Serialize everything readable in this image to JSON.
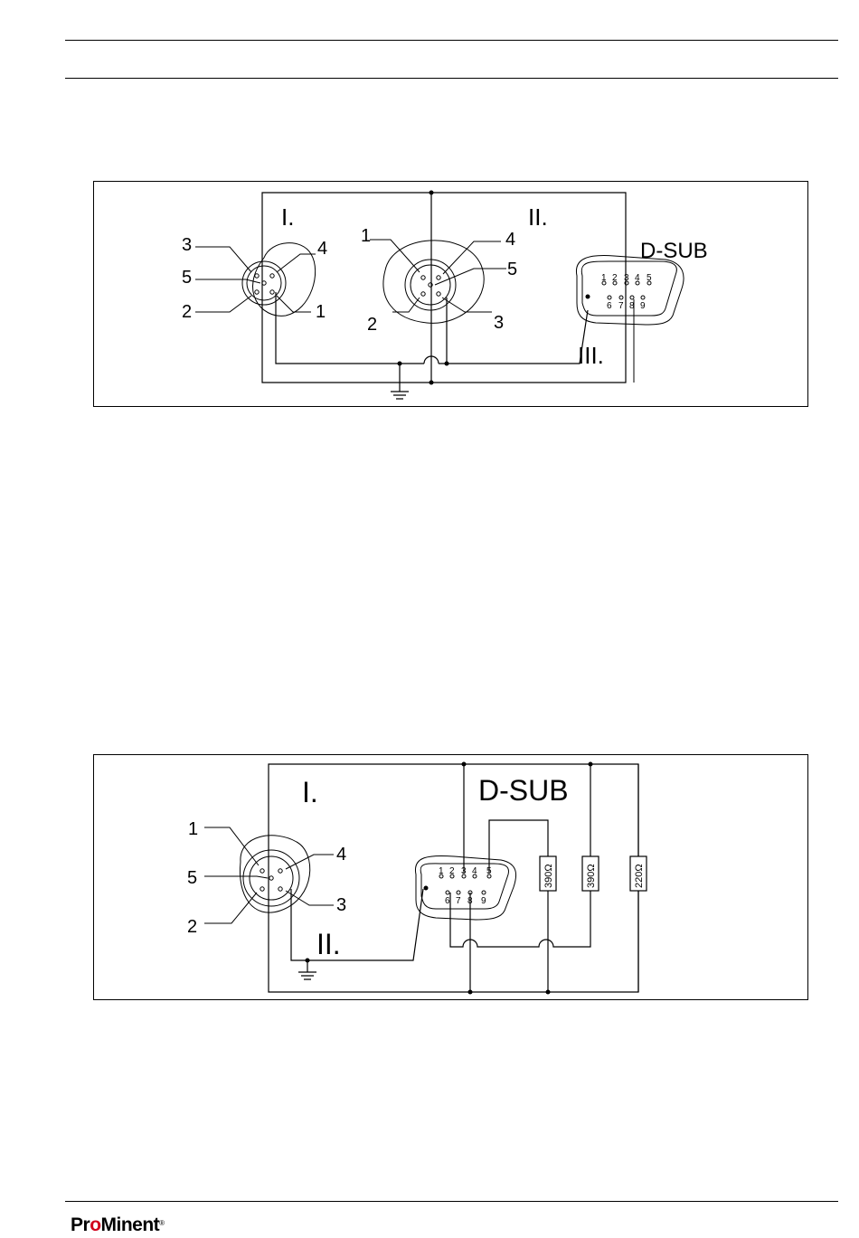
{
  "diagram1": {
    "labels": {
      "section_1": "I.",
      "section_2": "II.",
      "section_3": "III.",
      "dsub": "D-SUB"
    },
    "connector_a_pins": [
      "3",
      "4",
      "5",
      "2",
      "1"
    ],
    "connector_b_pins": [
      "1",
      "4",
      "5",
      "2",
      "3"
    ],
    "dsub_pins_top": [
      "1",
      "2",
      "3",
      "4",
      "5"
    ],
    "dsub_pins_bottom": [
      "6",
      "7",
      "8",
      "9"
    ]
  },
  "diagram2": {
    "labels": {
      "section_1": "I.",
      "section_2": "II.",
      "dsub": "D-SUB"
    },
    "connector_pins": [
      "1",
      "4",
      "5",
      "3",
      "2"
    ],
    "dsub_pins_top": [
      "1",
      "2",
      "3",
      "4",
      "5"
    ],
    "dsub_pins_bottom": [
      "6",
      "7",
      "8",
      "9"
    ],
    "resistors": [
      "390Ω",
      "390Ω",
      "220Ω"
    ]
  },
  "footer": {
    "logo_pr": "Pr",
    "logo_o": "o",
    "logo_minent": "Minent",
    "logo_reg": "®"
  }
}
